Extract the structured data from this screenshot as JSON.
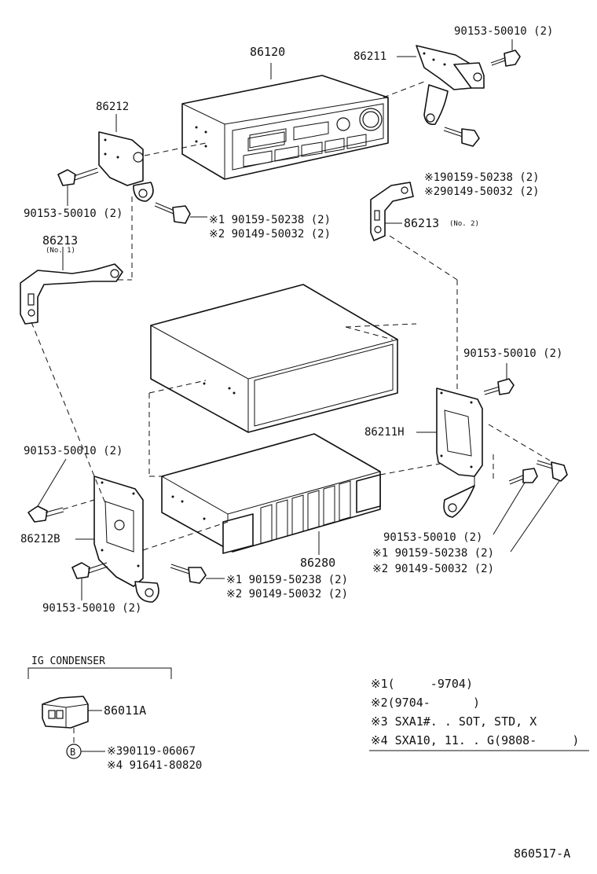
{
  "diagram": {
    "labels": {
      "head_unit": "86120",
      "bracket_top_right": "86211",
      "bracket_top_left": "86212",
      "bolt_top_right": "90153-50010 (2)",
      "screw_top_right_1": "※190159-50238 (2)",
      "screw_top_right_2": "※290149-50032 (2)",
      "stay_right": "86213",
      "stay_right_sub": "(No. 2)",
      "bolt_left_top": "90153-50010 (2)",
      "screw_left_1": "※1 90159-50238 (2)",
      "screw_left_2": "※2 90149-50032 (2)",
      "stay_left": "86213",
      "stay_left_sub": "(No. 1)",
      "bolt_right_mid": "90153-50010 (2)",
      "bracket_right_mid": "86211H",
      "bolt_left_mid": "90153-50010 (2)",
      "bracket_left_bottom": "86212B",
      "amplifier": "86280",
      "bolt_right_lower": "90153-50010 (2)",
      "screw_right_lower_1": "※1 90159-50238 (2)",
      "screw_right_lower_2": "※2 90149-50032 (2)",
      "screw_bottom_1": "※1 90159-50238 (2)",
      "screw_bottom_2": "※2 90149-50032 (2)",
      "bolt_left_bottom": "90153-50010 (2)",
      "ig_condenser_title": "IG CONDENSER",
      "condenser": "86011A",
      "connector_marker": "B",
      "condenser_part_3": "※390119-06067",
      "condenser_part_4": "※4 91641-80820"
    },
    "notes": [
      "※1(     -9704)",
      "※2(9704-      )",
      "※3 SXA1#. . SOT, STD, X",
      "※4 SXA10, 11. . G(9808-     )"
    ],
    "figure_id": "860517-A"
  }
}
